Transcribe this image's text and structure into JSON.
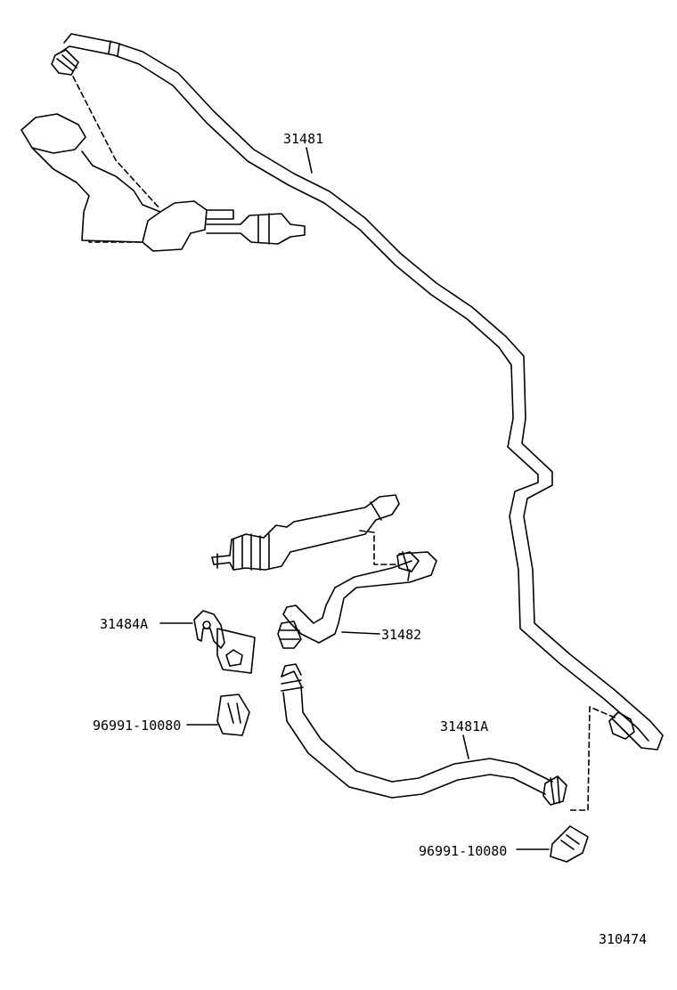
{
  "parts": {
    "tube_main": "31481",
    "tube_short": "31482",
    "bracket": "31484A",
    "tube_lower": "31481A",
    "clip_upper": "96991-10080",
    "clip_lower": "96991-10080"
  },
  "reference_number": "310474",
  "colors": {
    "line": "#000000",
    "background": "#ffffff"
  }
}
